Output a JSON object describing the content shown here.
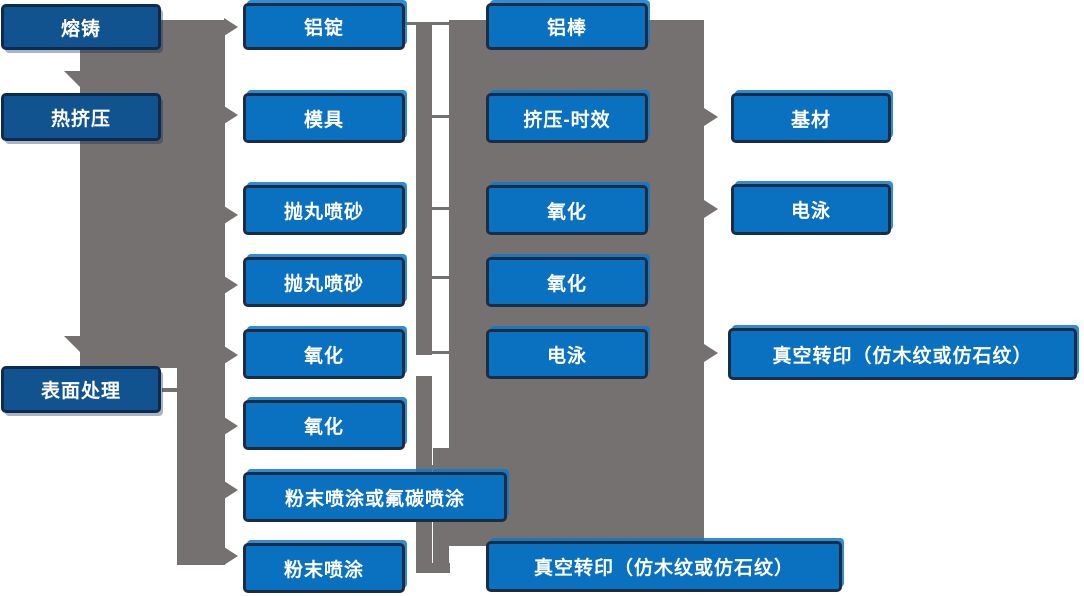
{
  "diagram_type": "process-flowchart",
  "colors": {
    "box_blue": "#0a70c0",
    "box_dark_blue": "#11538e",
    "box_border": "#1b2d44",
    "connector_gray": "#767171",
    "text": "#ffffff",
    "background": "#ffffff"
  },
  "nodes": {
    "col1": [
      "熔铸",
      "热挤压",
      "表面处理"
    ],
    "col2": [
      "铝锭",
      "模具",
      "抛丸喷砂",
      "抛丸喷砂",
      "氧化",
      "氧化",
      "粉末喷涂或氟碳喷涂",
      "粉末喷涂"
    ],
    "col3": [
      "铝棒",
      "挤压-时效",
      "氧化",
      "氧化",
      "电泳",
      "真空转印（仿木纹或仿石纹）"
    ],
    "col4": [
      "基材",
      "电泳",
      "真空转印（仿木纹或仿石纹）"
    ]
  }
}
